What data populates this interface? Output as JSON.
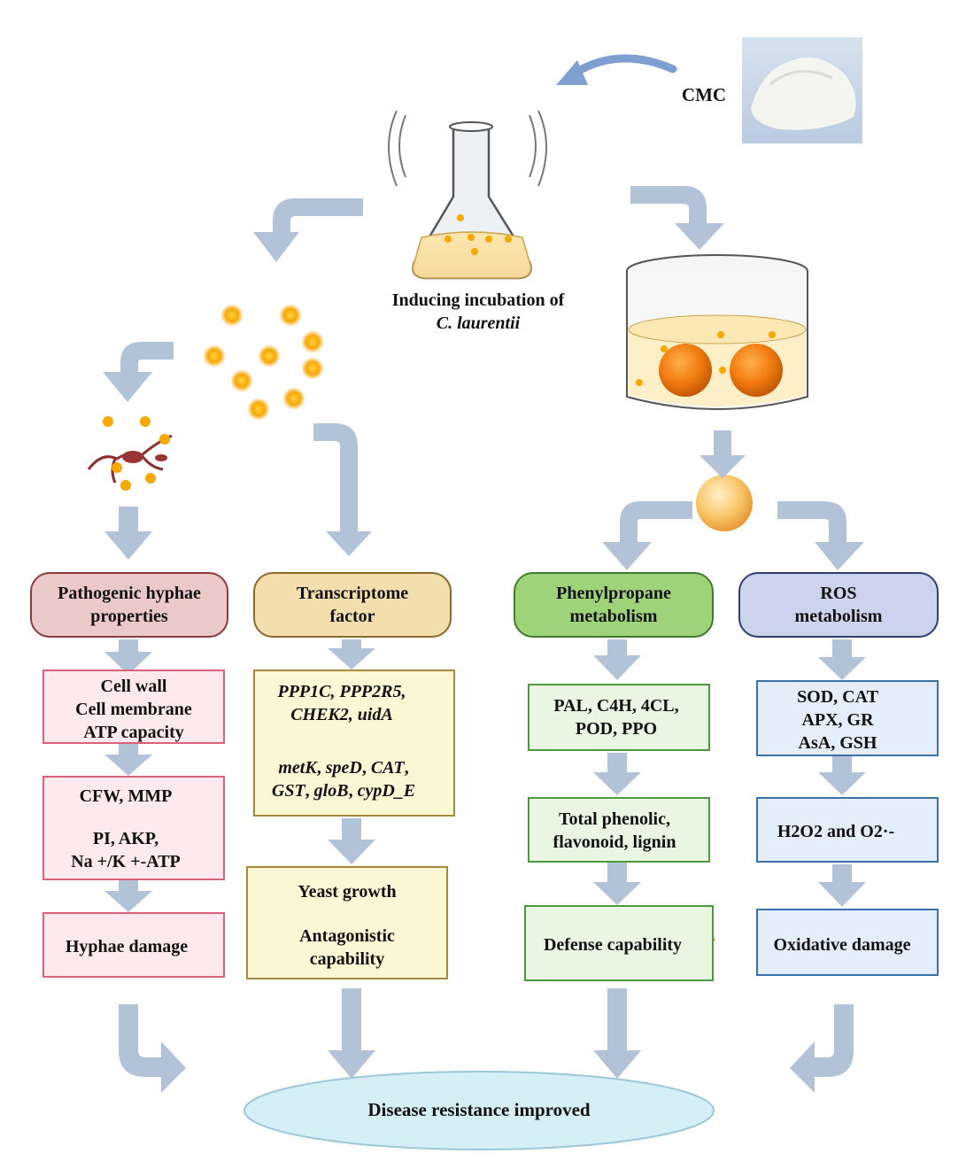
{
  "cmc_label": "CMC",
  "incubation_line1": "Inducing incubation of",
  "incubation_line2": "C. laurentii",
  "headers": {
    "pathogen": [
      "Pathogenic hyphae",
      "properties"
    ],
    "transcriptome": [
      "Transcriptome",
      "factor"
    ],
    "phenylpropane": [
      "Phenylpropane",
      "metabolism"
    ],
    "ros": [
      "ROS",
      "metabolism"
    ]
  },
  "pathogen": {
    "box1": [
      "Cell wall",
      "Cell membrane",
      "ATP capacity"
    ],
    "box2_top": "CFW, MMP",
    "box2_bottom": [
      "PI, AKP,",
      "Na +/K +-ATP"
    ],
    "box3": "Hyphae damage"
  },
  "transcriptome": {
    "genes_top": [
      "PPP1C, PPP2R5,",
      "CHEK2, uidA"
    ],
    "genes_bottom_1": [
      "metK",
      ", ",
      "speD",
      ", ",
      "CAT",
      ","
    ],
    "genes_bottom_2": [
      "GST",
      ", ",
      "gloB",
      ",  ",
      "cypD_E"
    ],
    "outcome_1": "Yeast growth",
    "outcome_2": [
      "Antagonistic",
      "capability"
    ]
  },
  "phenylpropane": {
    "enzymes": [
      "PAL, C4H, 4CL,",
      "POD, PPO"
    ],
    "compounds": [
      "Total phenolic,",
      "flavonoid,  lignin"
    ],
    "defense": "Defense capability"
  },
  "ros": {
    "enzymes": [
      "SOD, CAT",
      "APX, GR",
      "AsA, GSH"
    ],
    "species": "H2O2 and O2·-",
    "damage": "Oxidative damage"
  },
  "result": "Disease resistance improved",
  "colors": {
    "flow_arrow": "#b3c3d7",
    "up_down_arrow": "#e88a2c",
    "pathogen_header_fill": "#ecc9c9",
    "pathogen_header_stroke": "#8a3a3a",
    "pathogen_box_fill": "#fde9ee",
    "pathogen_box_stroke": "#d8627a",
    "transcriptome_header_fill": "#f3dfae",
    "transcriptome_header_stroke": "#8a6a2a",
    "transcriptome_box_fill": "#fbf6d4",
    "transcriptome_box_stroke": "#a48a3e",
    "phenyl_header_fill": "#9fd37a",
    "phenyl_header_stroke": "#3f7a2e",
    "phenyl_box_fill": "#e9f6e2",
    "phenyl_box_stroke": "#4b9a3e",
    "ros_header_fill": "#ccd3ec",
    "ros_header_stroke": "#2f3e6e",
    "ros_box_fill": "#e3eefa",
    "ros_box_stroke": "#3d6fa8",
    "result_fill": "#d6eef6",
    "result_stroke": "#9cc7d8"
  }
}
